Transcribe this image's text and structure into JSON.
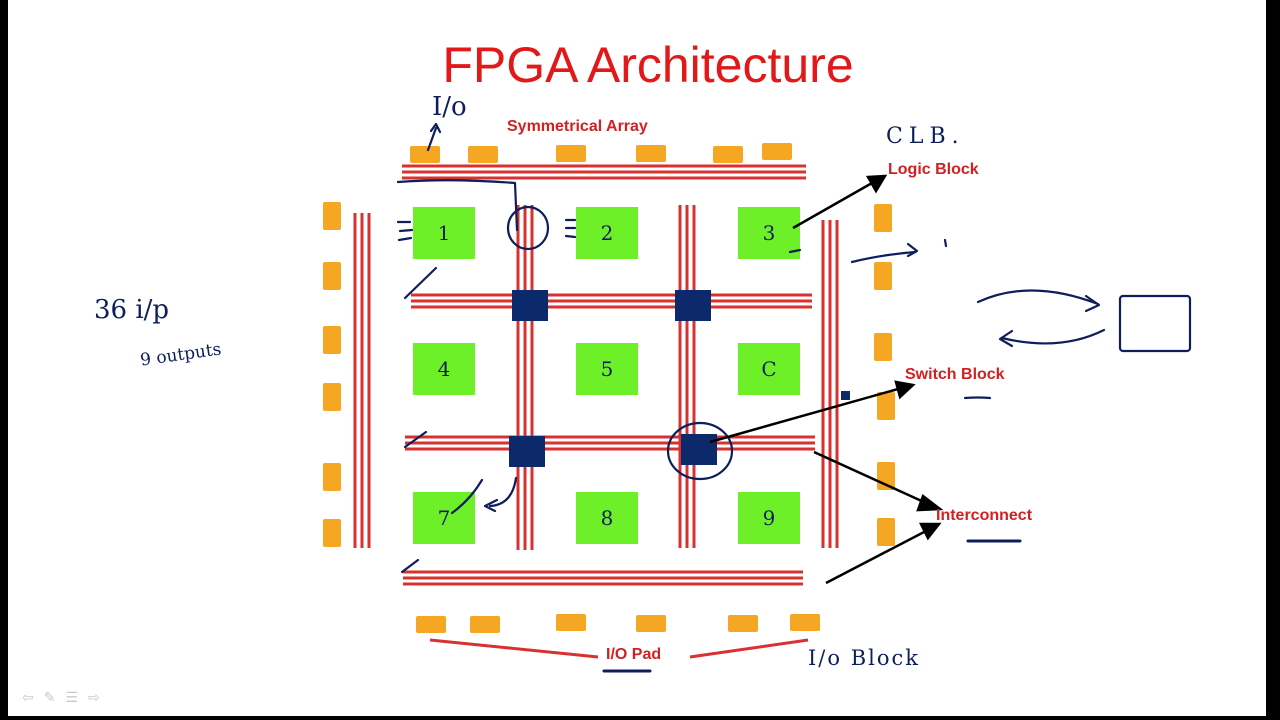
{
  "title": "FPGA Architecture",
  "labels": {
    "symmetrical_array": "Symmetrical Array",
    "logic_block": "Logic Block",
    "switch_block": "Switch Block",
    "interconnect": "Interconnect",
    "io_pad": "I/O Pad"
  },
  "handwritten": {
    "io_top": "I/o",
    "clb": "CLB.",
    "inputs": "36  i/p",
    "outputs": "9 outputs",
    "io_block": "I/o Block"
  },
  "clb_numbers": [
    "1",
    "2",
    "3",
    "4",
    "5",
    "C",
    "7",
    "8",
    "9"
  ],
  "colors": {
    "title": "#e31818",
    "label": "#d32020",
    "routing_track": "#d93030",
    "clb_fill": "#6ef028",
    "switch_fill": "#0c2a6b",
    "io_pad_fill": "#f5a623",
    "ink": "#0d1e5a"
  },
  "nav_icons": [
    "back-arrow-icon",
    "pen-icon",
    "menu-icon",
    "forward-arrow-icon"
  ]
}
